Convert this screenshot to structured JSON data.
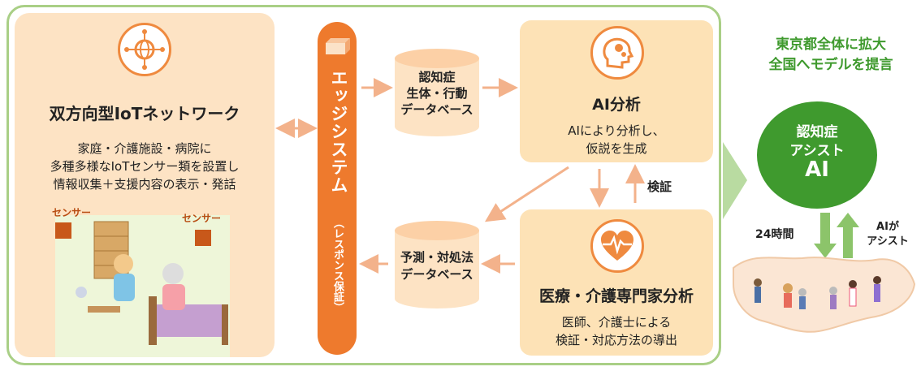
{
  "left_panel": {
    "title": "双方向型IoTネットワーク",
    "desc_line1": "家庭・介護施設・病院に",
    "desc_line2": "多種多様なIoTセンサー類を設置し",
    "desc_line3": "情報収集＋支援内容の表示・発話",
    "sensor_label_left": "センサー",
    "sensor_label_right": "センサー"
  },
  "edge_system": {
    "title": "エッジシステム",
    "subtitle": "（レスポンス保証）"
  },
  "db_top": {
    "line1": "認知症",
    "line2": "生体・行動",
    "line3": "データベース"
  },
  "db_bottom": {
    "line1": "予測・対処法",
    "line2": "データベース"
  },
  "ai_panel": {
    "title": "AI分析",
    "line1": "AIにより分析し、",
    "line2": "仮説を生成"
  },
  "verify_label": "検証",
  "expert_panel": {
    "title": "医療・介護専門家分析",
    "line1": "医師、介護士による",
    "line2": "検証・対応方法の導出"
  },
  "right": {
    "expand_line1": "東京都全体に拡大",
    "expand_line2": "全国へモデルを提言",
    "assist_line1": "認知症",
    "assist_line2": "アシスト",
    "assist_line3": "AI",
    "hours_label": "24時間",
    "ai_assist_line1": "AIが",
    "ai_assist_line2": "アシスト"
  },
  "colors": {
    "accent": "#ee7a2d",
    "panel": "#fde3c4",
    "green": "#3f9a2e",
    "frame": "#a9cf86"
  }
}
